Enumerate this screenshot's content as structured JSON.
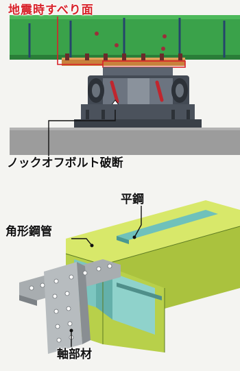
{
  "top_figure": {
    "slide_surface_label": "地震時すべり面",
    "knockoff_bolt_label": "ノックオフボルト破断",
    "colors": {
      "accent_red": "#d8222a",
      "deck_green": "#3aa24a",
      "ground_gray": "#9c9c9c"
    }
  },
  "bottom_figure": {
    "flat_steel_label": "平鋼",
    "square_steel_tube_label": "角形鋼管",
    "axial_member_label": "軸部材",
    "colors": {
      "tube_yellow_green": "#b8d04a",
      "inner_cyan": "#7cc6c0",
      "axial_gray": "#a8adb0"
    }
  }
}
